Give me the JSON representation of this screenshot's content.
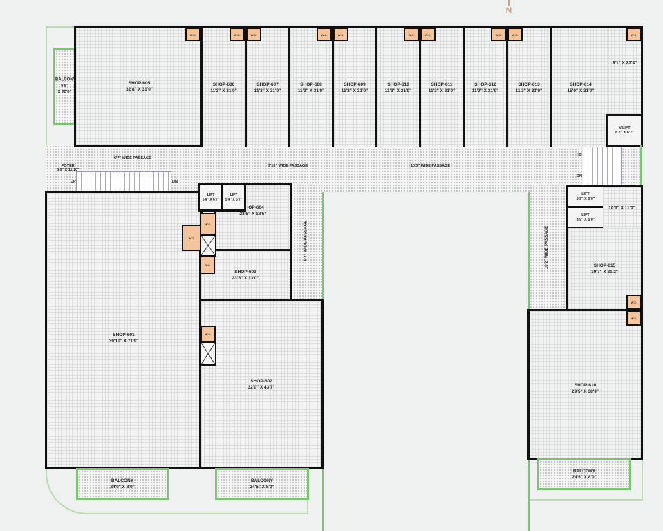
{
  "north_label": "N",
  "wc_label": "W.C.",
  "shops": {
    "s601": {
      "name": "SHOP-601",
      "size": "39'10\" X 71'9\""
    },
    "s602": {
      "name": "SHOP-602",
      "size": "32'0\" X 43'7\""
    },
    "s603": {
      "name": "SHOP-603",
      "size": "23'5\" X 13'0\""
    },
    "s604": {
      "name": "SHOP-604",
      "size": "23'5\" X 18'5\""
    },
    "s605": {
      "name": "SHOP-605",
      "size": "32'8\" X 31'0\""
    },
    "s606": {
      "name": "SHOP-606",
      "size": "11'3\" X 31'0\""
    },
    "s607": {
      "name": "SHOP-607",
      "size": "11'3\" X 31'0\""
    },
    "s608": {
      "name": "SHOP-608",
      "size": "11'3\" X 31'0\""
    },
    "s609": {
      "name": "SHOP-609",
      "size": "11'3\" X 31'0\""
    },
    "s610": {
      "name": "SHOP-610",
      "size": "11'3\" X 31'0\""
    },
    "s611": {
      "name": "SHOP-611",
      "size": "11'3\" X 31'0\""
    },
    "s612": {
      "name": "SHOP-612",
      "size": "11'3\" X 31'0\""
    },
    "s613": {
      "name": "SHOP-613",
      "size": "11'3\" X 31'0\""
    },
    "s614": {
      "name": "SHOP-614",
      "size": "15'0\" X 31'0\""
    },
    "s615": {
      "name": "SHOP-615",
      "size": "19'7\" X 21'2\""
    },
    "s616": {
      "name": "SHOP-616",
      "size": "29'5\" X 38'9\""
    }
  },
  "rooms": {
    "room_top_right": {
      "size": "9'1\" X 23'4\""
    },
    "room_right": {
      "size": "10'3\" X 11'0\""
    },
    "v_lift": {
      "name": "V.LIFT",
      "size": "8'2\" X 6'7\""
    },
    "lift_left_1": {
      "name": "LIFT",
      "size": "5'4\" X 6'7\""
    },
    "lift_left_2": {
      "name": "LIFT",
      "size": "5'4\" X 6'7\""
    },
    "lift_right_1": {
      "name": "LIFT",
      "size": "8'9\" X 5'0\""
    },
    "lift_right_2": {
      "name": "LIFT",
      "size": "8'9\" X 5'0\""
    },
    "foyer": {
      "name": "FOYER",
      "size": "8'0\" X 11'10\""
    }
  },
  "balconies": {
    "left": {
      "name": "BALCONY",
      "size1": "5'8\"",
      "size2": "X 20'0\""
    },
    "bottom_1": {
      "name": "BALCONY",
      "size": "24'0\" X 8'0\""
    },
    "bottom_2": {
      "name": "BALCONY",
      "size": "24'5\" X 8'0\""
    },
    "bottom_3": {
      "name": "BALCONY",
      "size": "24'5\" X 8'0\""
    }
  },
  "passages": {
    "p1": "6'7\" WIDE PASSAGE",
    "p2": "9'10\" WIDE PASSAGE",
    "p3": "10'3\" WIDE PASSAGE",
    "p4": "9'7\" WIDE PASSAGE",
    "p5": "10'2\" WIDE PASSAGE"
  },
  "stairs": {
    "up": "UP",
    "down": "DN"
  },
  "colors": {
    "wall": "#111111",
    "wc": "#f4c59c",
    "balcony_outline": "#7cc473",
    "site_outline": "#b7dcae",
    "north": "#c9a27a"
  }
}
